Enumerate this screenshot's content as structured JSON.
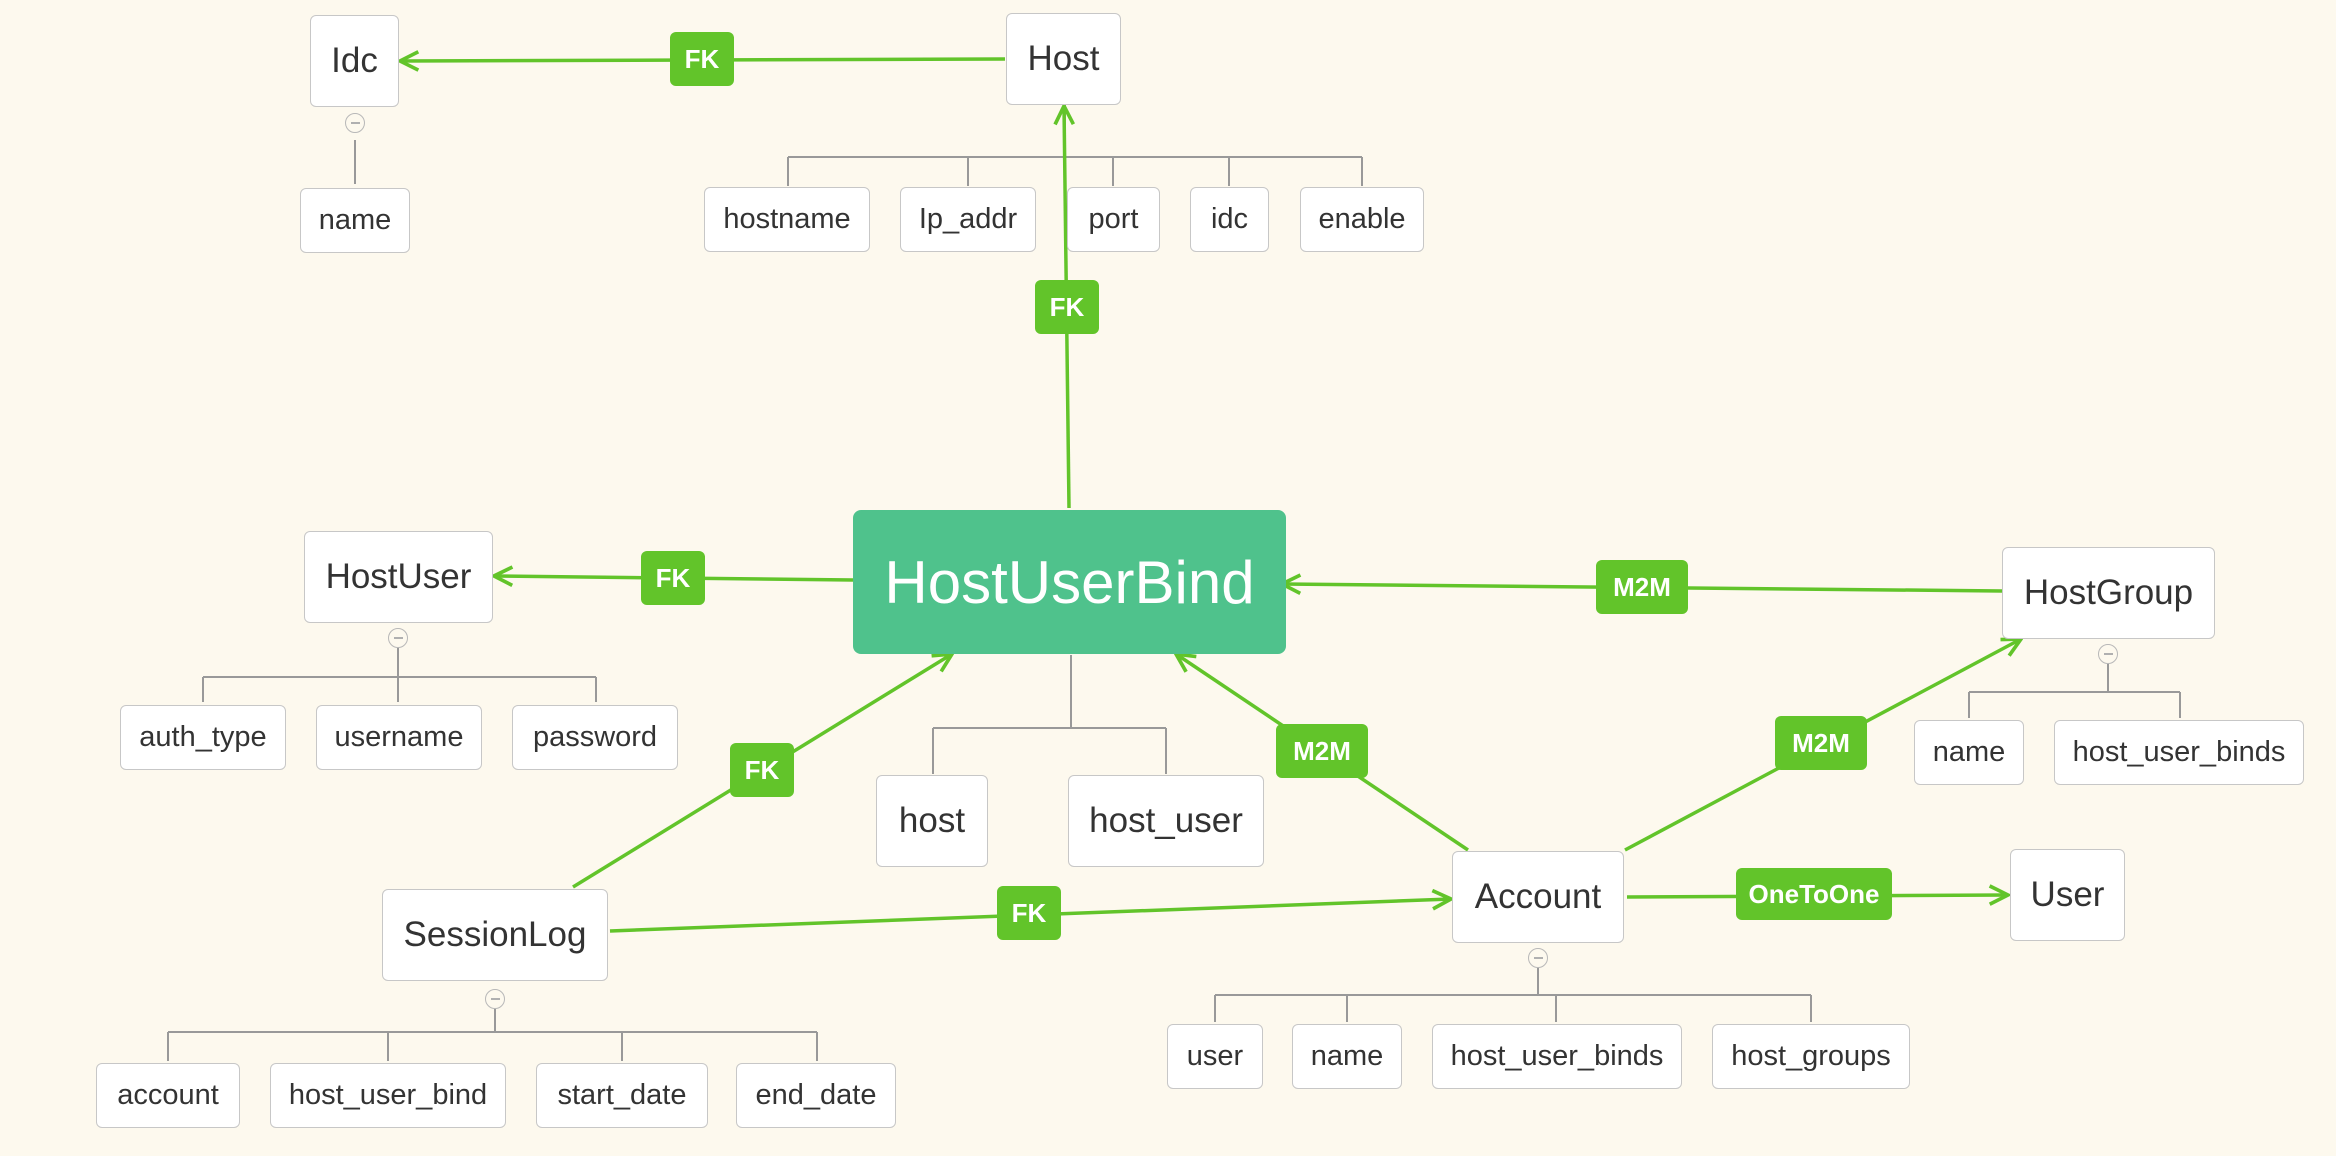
{
  "central": "HostUserBind",
  "central_fields": [
    "host",
    "host_user"
  ],
  "entities": {
    "idc": {
      "title": "Idc",
      "fields": [
        "name"
      ]
    },
    "host": {
      "title": "Host",
      "fields": [
        "hostname",
        "Ip_addr",
        "port",
        "idc",
        "enable"
      ]
    },
    "host_user": {
      "title": "HostUser",
      "fields": [
        "auth_type",
        "username",
        "password"
      ]
    },
    "host_group": {
      "title": "HostGroup",
      "fields": [
        "name",
        "host_user_binds"
      ]
    },
    "session_log": {
      "title": "SessionLog",
      "fields": [
        "account",
        "host_user_bind",
        "start_date",
        "end_date"
      ]
    },
    "account": {
      "title": "Account",
      "fields": [
        "user",
        "name",
        "host_user_binds",
        "host_groups"
      ]
    },
    "user": {
      "title": "User",
      "fields": []
    }
  },
  "relations": [
    {
      "label": "FK"
    },
    {
      "label": "FK"
    },
    {
      "label": "FK"
    },
    {
      "label": "M2M"
    },
    {
      "label": "FK"
    },
    {
      "label": "M2M"
    },
    {
      "label": "M2M"
    },
    {
      "label": "FK"
    },
    {
      "label": "OneToOne"
    }
  ],
  "colors": {
    "background": "#fdf9ee",
    "central": "#4fc28c",
    "relation": "#62c42a",
    "tree_line": "#999999"
  }
}
